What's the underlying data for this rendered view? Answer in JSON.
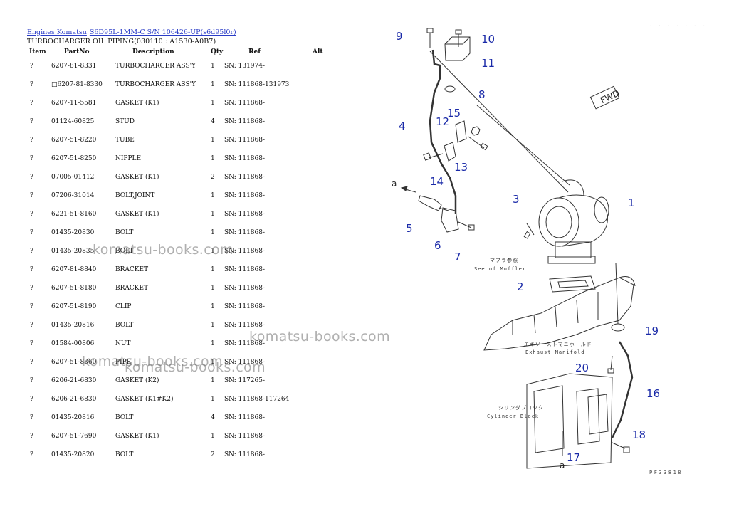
{
  "breadcrumb": {
    "link1": "Engines Komatsu",
    "link2": "S6D95L-1MM-C S/N 106426-UP(s6d95l0r)"
  },
  "page_subtitle": "TURBOCHARGER OIL PIPING(030110 : A1530-A0B7)",
  "table": {
    "headers": [
      "Item",
      "PartNo",
      "Description",
      "Qty",
      "Ref",
      "Alt"
    ],
    "rows": [
      [
        "?",
        "6207-81-8331",
        "TURBOCHARGER ASS'Y",
        "1",
        "SN: 131974-"
      ],
      [
        "?",
        "□6207-81-8330",
        "TURBOCHARGER ASS'Y",
        "1",
        "SN: 111868-131973"
      ],
      [
        "?",
        "6207-11-5581",
        "GASKET (K1)",
        "1",
        "SN: 111868-"
      ],
      [
        "?",
        "01124-60825",
        "STUD",
        "4",
        "SN: 111868-"
      ],
      [
        "?",
        "6207-51-8220",
        "TUBE",
        "1",
        "SN: 111868-"
      ],
      [
        "?",
        "6207-51-8250",
        "NIPPLE",
        "1",
        "SN: 111868-"
      ],
      [
        "?",
        "07005-01412",
        "GASKET (K1)",
        "2",
        "SN: 111868-"
      ],
      [
        "?",
        "07206-31014",
        "BOLT,JOINT",
        "1",
        "SN: 111868-"
      ],
      [
        "?",
        "6221-51-8160",
        "GASKET (K1)",
        "1",
        "SN: 111868-"
      ],
      [
        "?",
        "01435-20830",
        "BOLT",
        "1",
        "SN: 111868-"
      ],
      [
        "?",
        "01435-20835",
        "BOLT",
        "1",
        "SN: 111868-"
      ],
      [
        "?",
        "6207-81-8840",
        "BRACKET",
        "1",
        "SN: 111868-"
      ],
      [
        "?",
        "6207-51-8180",
        "BRACKET",
        "1",
        "SN: 111868-"
      ],
      [
        "?",
        "6207-51-8190",
        "CLIP",
        "1",
        "SN: 111868-"
      ],
      [
        "?",
        "01435-20816",
        "BOLT",
        "1",
        "SN: 111868-"
      ],
      [
        "?",
        "01584-00806",
        "NUT",
        "1",
        "SN: 111868-"
      ],
      [
        "?",
        "6207-51-8360",
        "PIPE",
        "1",
        "SN: 111868-"
      ],
      [
        "?",
        "6206-21-6830",
        "GASKET (K2)",
        "1",
        "SN: 117265-"
      ],
      [
        "?",
        "6206-21-6830",
        "GASKET (K1#K2)",
        "1",
        "SN: 111868-117264"
      ],
      [
        "?",
        "01435-20816",
        "BOLT",
        "4",
        "SN: 111868-"
      ],
      [
        "?",
        "6207-51-7690",
        "GASKET (K1)",
        "1",
        "SN: 111868-"
      ],
      [
        "?",
        "01435-20820",
        "BOLT",
        "2",
        "SN: 111868-"
      ]
    ]
  },
  "watermark": "komatsu-books.com",
  "diagram": {
    "callouts": [
      "1",
      "2",
      "3",
      "4",
      "5",
      "6",
      "7",
      "8",
      "9",
      "10",
      "11",
      "12",
      "13",
      "14",
      "15",
      "16",
      "17",
      "18",
      "19",
      "20"
    ],
    "point_a": "a",
    "fwd_label": "FWD",
    "muffler_jp": "マフラ参照",
    "muffler_en": "See of Muffler",
    "manifold_jp": "エキゾーストマニホールド",
    "manifold_en": "Exhaust Manifold",
    "block_jp": "シリンダブロック",
    "block_en": "Cylinder Block",
    "top_code": "· · · · · · ·",
    "pf_code": "PF33818"
  },
  "colors": {
    "link": "#2a3cc7",
    "callout": "#1a2aa8"
  }
}
